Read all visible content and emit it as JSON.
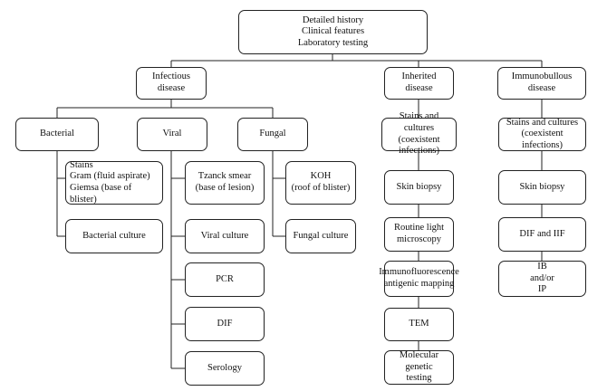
{
  "root": {
    "lines": [
      "Detailed history",
      "Clinical features",
      "Laboratory testing"
    ]
  },
  "infectious": {
    "lines": [
      "Infectious",
      "disease"
    ],
    "bacterial": {
      "label": "Bacterial",
      "stains": [
        "Stains",
        "Gram (fluid aspirate)",
        "Giemsa (base of blister)"
      ],
      "culture": "Bacterial culture"
    },
    "viral": {
      "label": "Viral",
      "tzanck": [
        "Tzanck smear",
        "(base of lesion)"
      ],
      "culture": "Viral culture",
      "pcr": "PCR",
      "dif": "DIF",
      "serology": "Serology"
    },
    "fungal": {
      "label": "Fungal",
      "koh": [
        "KOH",
        "(roof of blister)"
      ],
      "culture": "Fungal culture"
    }
  },
  "inherited": {
    "lines": [
      "Inherited",
      "disease"
    ],
    "stains": [
      "Stains and cultures",
      "(coexistent infections)"
    ],
    "biopsy": "Skin biopsy",
    "light": [
      "Routine light",
      "microscopy"
    ],
    "immuno": [
      "Immunofluorescence",
      "antigenic mapping"
    ],
    "tem": "TEM",
    "molecular": [
      "Molecular genetic",
      "testing"
    ]
  },
  "immunobullous": {
    "lines": [
      "Immunobullous",
      "disease"
    ],
    "stains": [
      "Stains and cultures",
      "(coexistent infections)"
    ],
    "biopsy": "Skin biopsy",
    "dif_iif": "DIF and IIF",
    "ib": [
      "IB",
      "and/or",
      "IP"
    ]
  }
}
